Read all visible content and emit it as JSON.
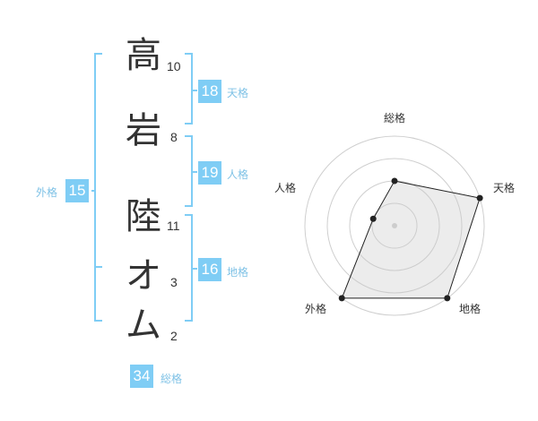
{
  "name": {
    "chars": [
      {
        "char": "高",
        "strokes": "10"
      },
      {
        "char": "岩",
        "strokes": "8"
      },
      {
        "char": "陸",
        "strokes": "11"
      },
      {
        "char": "オ",
        "strokes": "3"
      },
      {
        "char": "ム",
        "strokes": "2"
      }
    ]
  },
  "kakusu": {
    "tenkaku": {
      "label": "天格",
      "value": "18"
    },
    "jinkaku": {
      "label": "人格",
      "value": "19"
    },
    "chikaku": {
      "label": "地格",
      "value": "16"
    },
    "gaikaku": {
      "label": "外格",
      "value": "15"
    },
    "soukaku": {
      "label": "総格",
      "value": "34"
    }
  },
  "colors": {
    "accent": "#7fcdf5",
    "bracket": "#7fcdf5",
    "text": "#333333"
  },
  "chart_data": {
    "type": "radar",
    "axes": [
      "総格",
      "天格",
      "地格",
      "外格",
      "人格"
    ],
    "levels": 4,
    "values": [
      2,
      4,
      4,
      4,
      1
    ],
    "max": 4
  }
}
